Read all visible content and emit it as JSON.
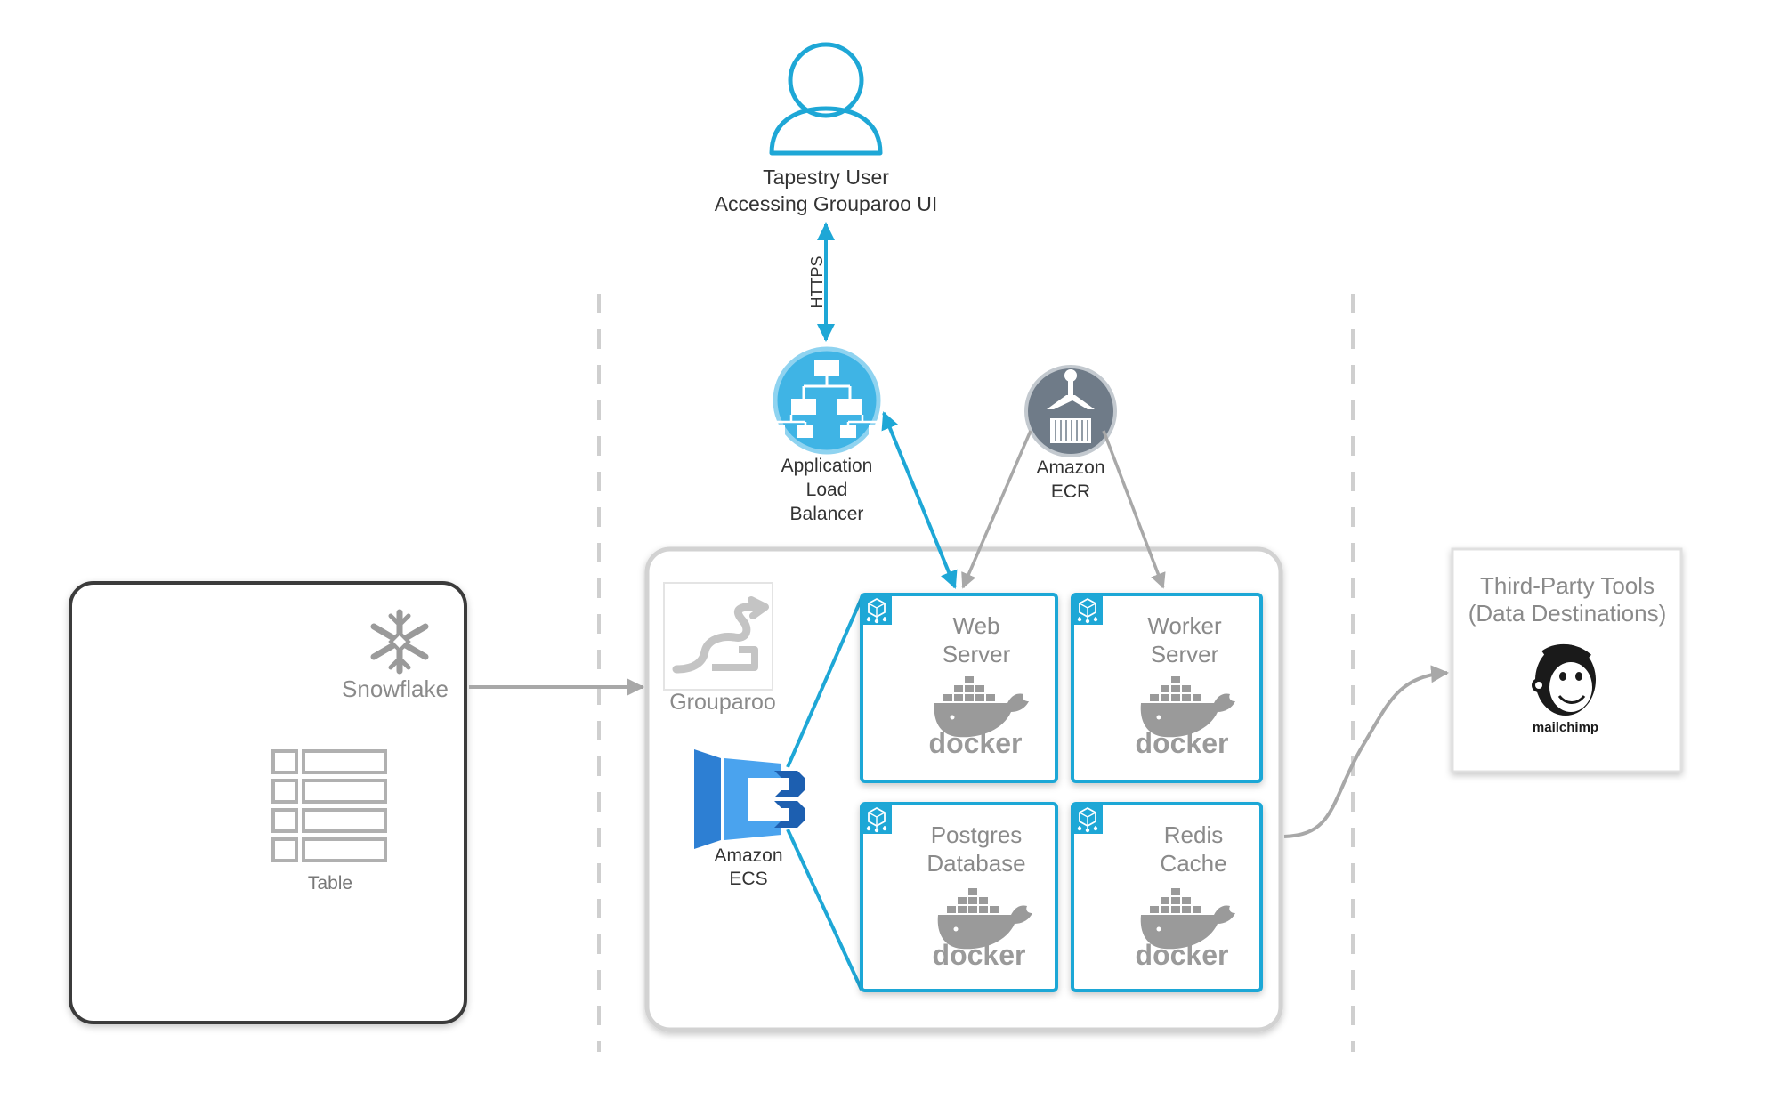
{
  "user": {
    "line1": "Tapestry User",
    "line2": "Accessing Grouparoo UI",
    "icon": "user-icon"
  },
  "https_label": "HTTPS",
  "alb": {
    "line1": "Application",
    "line2": "Load",
    "line3": "Balancer",
    "icon": "load-balancer-icon"
  },
  "ecr": {
    "line1": "Amazon",
    "line2": "ECR",
    "icon": "ecr-icon"
  },
  "snowflake": {
    "label": "Snowflake",
    "table_label": "Table",
    "icon": "snowflake-icon"
  },
  "grouparoo": {
    "label": "Grouparoo",
    "icon": "grouparoo-logo-icon"
  },
  "ecs": {
    "line1": "Amazon",
    "line2": "ECS",
    "icon": "ecs-icon"
  },
  "services": [
    {
      "line1": "Web",
      "line2": "Server",
      "docker": "docker"
    },
    {
      "line1": "Worker",
      "line2": "Server",
      "docker": "docker"
    },
    {
      "line1": "Postgres",
      "line2": "Database",
      "docker": "docker"
    },
    {
      "line1": "Redis",
      "line2": "Cache",
      "docker": "docker"
    }
  ],
  "third_party": {
    "line1": "Third-Party Tools",
    "line2": "(Data Destinations)",
    "brand": "mailchimp",
    "icon": "mailchimp-icon"
  },
  "colors": {
    "accent_blue": "#1ea7d6",
    "connector_gray": "#a8a8a8",
    "text_dark": "#333333",
    "text_gray": "#8a8a8a",
    "ecr_gray": "#6f7b88",
    "ecs_blue": "#2d7fd3"
  }
}
